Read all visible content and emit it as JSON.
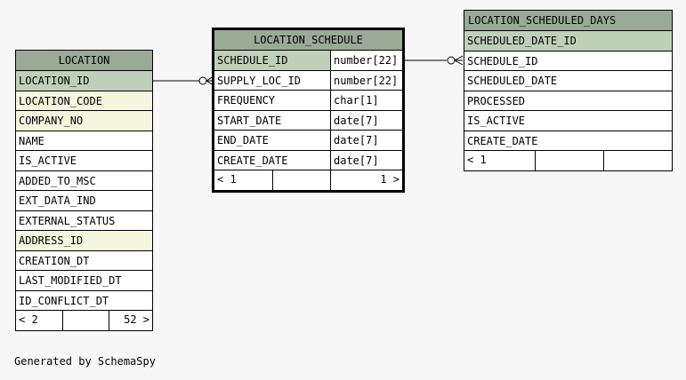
{
  "tables": {
    "location": {
      "name": "LOCATION",
      "columns": [
        {
          "name": "LOCATION_ID",
          "kind": "pk"
        },
        {
          "name": "LOCATION_CODE",
          "kind": "fk"
        },
        {
          "name": "COMPANY_NO",
          "kind": "fk"
        },
        {
          "name": "NAME",
          "kind": "plain"
        },
        {
          "name": "IS_ACTIVE",
          "kind": "plain"
        },
        {
          "name": "ADDED_TO_MSC",
          "kind": "plain"
        },
        {
          "name": "EXT_DATA_IND",
          "kind": "plain"
        },
        {
          "name": "EXTERNAL_STATUS",
          "kind": "plain"
        },
        {
          "name": "ADDRESS_ID",
          "kind": "fk"
        },
        {
          "name": "CREATION_DT",
          "kind": "plain"
        },
        {
          "name": "LAST_MODIFIED_DT",
          "kind": "plain"
        },
        {
          "name": "ID_CONFLICT_DT",
          "kind": "plain"
        }
      ],
      "footer": {
        "parents": "< 2",
        "middle": "",
        "children": "52 >"
      }
    },
    "location_schedule": {
      "name": "LOCATION_SCHEDULE",
      "columns": [
        {
          "name": "SCHEDULE_ID",
          "type": "number[22]",
          "kind": "pk"
        },
        {
          "name": "SUPPLY_LOC_ID",
          "type": "number[22]",
          "kind": "plain"
        },
        {
          "name": "FREQUENCY",
          "type": "char[1]",
          "kind": "plain"
        },
        {
          "name": "START_DATE",
          "type": "date[7]",
          "kind": "plain"
        },
        {
          "name": "END_DATE",
          "type": "date[7]",
          "kind": "plain"
        },
        {
          "name": "CREATE_DATE",
          "type": "date[7]",
          "kind": "plain"
        }
      ],
      "footer": {
        "parents": "< 1",
        "middle": "",
        "children": "1 >"
      }
    },
    "location_scheduled_days": {
      "name": "LOCATION_SCHEDULED_DAYS",
      "columns": [
        {
          "name": "SCHEDULED_DATE_ID",
          "kind": "pk"
        },
        {
          "name": "SCHEDULE_ID",
          "kind": "plain"
        },
        {
          "name": "SCHEDULED_DATE",
          "kind": "plain"
        },
        {
          "name": "PROCESSED",
          "kind": "plain"
        },
        {
          "name": "IS_ACTIVE",
          "kind": "plain"
        },
        {
          "name": "CREATE_DATE",
          "kind": "plain"
        }
      ],
      "footer": {
        "parents": "< 1",
        "middle": "",
        "children": ""
      }
    }
  },
  "footer_text": "Generated by SchemaSpy",
  "colors": {
    "title_bg": "#9aaa96",
    "pk_bg": "#bed1b8",
    "fk_bg": "#f4f7de",
    "background": "#f7f7f7"
  }
}
